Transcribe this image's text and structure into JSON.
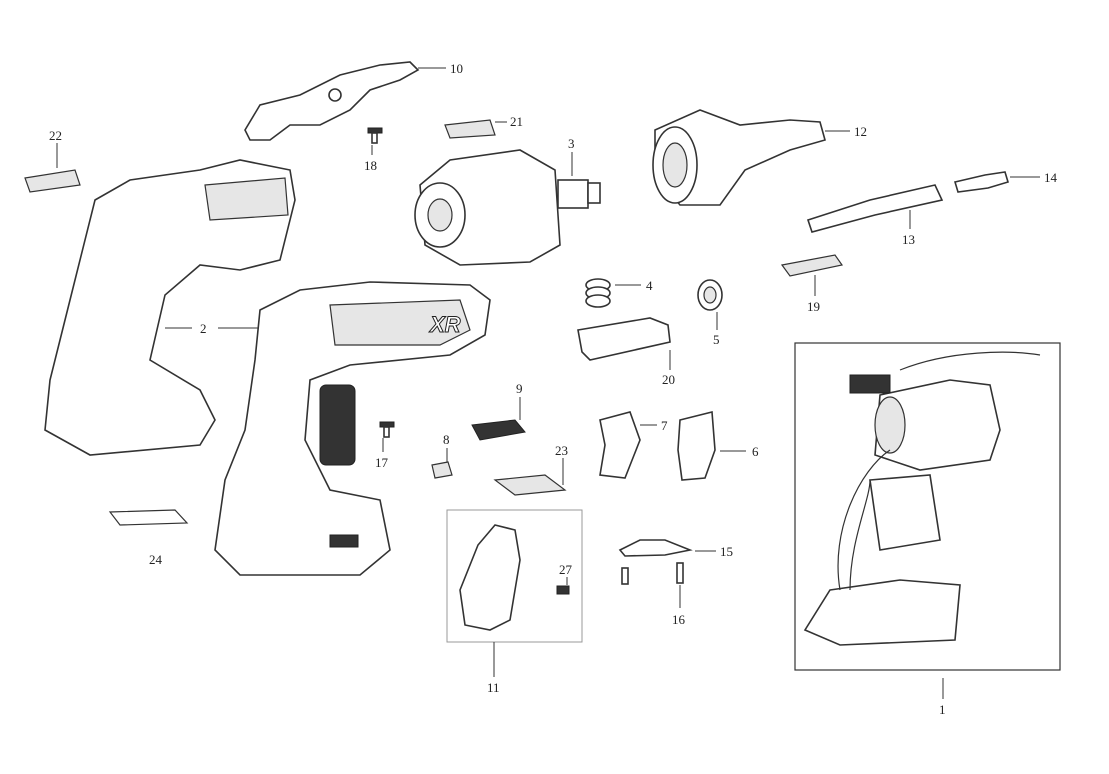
{
  "diagram": {
    "title": "Exploded parts diagram",
    "logo_text": "XR",
    "callouts": {
      "p1": "1",
      "p2": "2",
      "p3": "3",
      "p4": "4",
      "p5": "5",
      "p6": "6",
      "p7": "7",
      "p8": "8",
      "p9": "9",
      "p10": "10",
      "p11": "11",
      "p12": "12",
      "p13": "13",
      "p14": "14",
      "p15": "15",
      "p16": "16",
      "p17": "17",
      "p18": "18",
      "p19": "19",
      "p20": "20",
      "p21": "21",
      "p22": "22",
      "p23": "23",
      "p24": "24",
      "p27": "27"
    }
  }
}
